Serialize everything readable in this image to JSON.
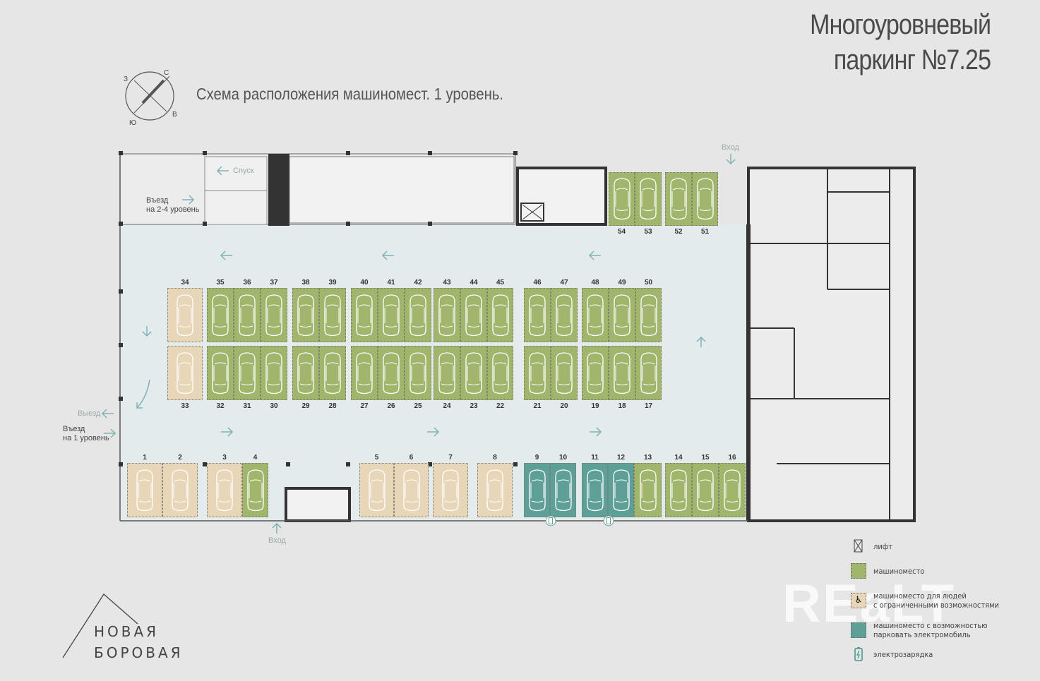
{
  "title_line1": "Многоуровневый",
  "title_line2": "паркинг №7.25",
  "subtitle": "Схема расположения машиномест. 1 уровень.",
  "compass": {
    "n": "С",
    "s": "Ю",
    "e": "В",
    "w": "З"
  },
  "labels": {
    "descent": "Спуск",
    "entry_upper_1": "Въезд",
    "entry_upper_2": "на 2-4 уровень",
    "exit": "Выезд",
    "entry_lvl1_1": "Въезд",
    "entry_lvl1_2": "на 1 уровень",
    "entrance_top": "Вход",
    "entrance_bottom": "Вход"
  },
  "colors": {
    "regular": "#9fb66c",
    "accessible": "#e8d6b8",
    "electric": "#5e9f98",
    "floor": "#e3ebed",
    "wall": "#333333",
    "arrow": "#7fb3b3"
  },
  "spots": [
    {
      "n": "34",
      "type": "accessible"
    },
    {
      "n": "35",
      "type": "regular"
    },
    {
      "n": "36",
      "type": "regular"
    },
    {
      "n": "37",
      "type": "regular"
    },
    {
      "n": "38",
      "type": "regular"
    },
    {
      "n": "39",
      "type": "regular"
    },
    {
      "n": "40",
      "type": "regular"
    },
    {
      "n": "41",
      "type": "regular"
    },
    {
      "n": "42",
      "type": "regular"
    },
    {
      "n": "43",
      "type": "regular"
    },
    {
      "n": "44",
      "type": "regular"
    },
    {
      "n": "45",
      "type": "regular"
    },
    {
      "n": "46",
      "type": "regular"
    },
    {
      "n": "47",
      "type": "regular"
    },
    {
      "n": "48",
      "type": "regular"
    },
    {
      "n": "49",
      "type": "regular"
    },
    {
      "n": "50",
      "type": "regular"
    },
    {
      "n": "33",
      "type": "accessible"
    },
    {
      "n": "32",
      "type": "regular"
    },
    {
      "n": "31",
      "type": "regular"
    },
    {
      "n": "30",
      "type": "regular"
    },
    {
      "n": "29",
      "type": "regular"
    },
    {
      "n": "28",
      "type": "regular"
    },
    {
      "n": "27",
      "type": "regular"
    },
    {
      "n": "26",
      "type": "regular"
    },
    {
      "n": "25",
      "type": "regular"
    },
    {
      "n": "24",
      "type": "regular"
    },
    {
      "n": "23",
      "type": "regular"
    },
    {
      "n": "22",
      "type": "regular"
    },
    {
      "n": "21",
      "type": "regular"
    },
    {
      "n": "20",
      "type": "regular"
    },
    {
      "n": "19",
      "type": "regular"
    },
    {
      "n": "18",
      "type": "regular"
    },
    {
      "n": "17",
      "type": "regular"
    },
    {
      "n": "1",
      "type": "accessible"
    },
    {
      "n": "2",
      "type": "accessible"
    },
    {
      "n": "3",
      "type": "accessible"
    },
    {
      "n": "4",
      "type": "regular"
    },
    {
      "n": "5",
      "type": "accessible"
    },
    {
      "n": "6",
      "type": "accessible"
    },
    {
      "n": "7",
      "type": "accessible"
    },
    {
      "n": "8",
      "type": "accessible"
    },
    {
      "n": "9",
      "type": "electric"
    },
    {
      "n": "10",
      "type": "electric"
    },
    {
      "n": "11",
      "type": "electric"
    },
    {
      "n": "12",
      "type": "electric"
    },
    {
      "n": "13",
      "type": "regular"
    },
    {
      "n": "14",
      "type": "regular"
    },
    {
      "n": "15",
      "type": "regular"
    },
    {
      "n": "16",
      "type": "regular"
    },
    {
      "n": "54",
      "type": "regular"
    },
    {
      "n": "53",
      "type": "regular"
    },
    {
      "n": "52",
      "type": "regular"
    },
    {
      "n": "51",
      "type": "regular"
    }
  ],
  "legend": {
    "lift": "лифт",
    "regular": "машиноместо",
    "accessible_1": "машиноместо для людей",
    "accessible_2": "с ограниченными возможностями",
    "electric_1": "машиноместо с возможностью",
    "electric_2": "парковать электромобиль",
    "charger": "электрозарядка"
  },
  "logo": {
    "line1": "НОВАЯ",
    "line2": "БОРОВАЯ"
  },
  "watermark": "REaLT"
}
